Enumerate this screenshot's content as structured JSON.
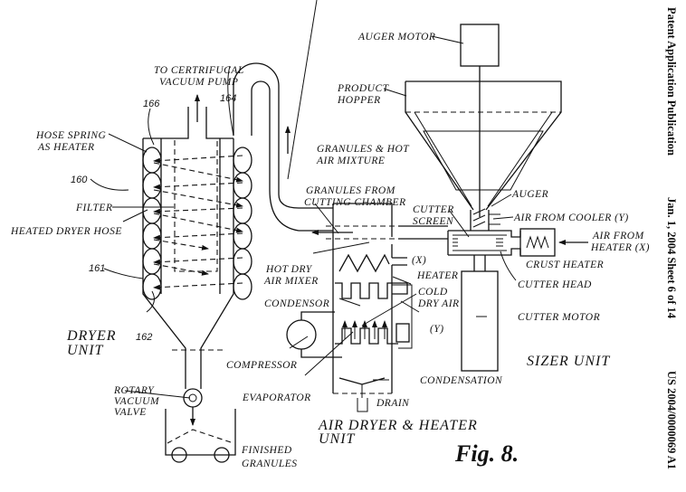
{
  "header": {
    "publication": "Patent Application Publication",
    "date_sheet": "Jan. 1, 2004  Sheet 6 of 14",
    "number": "US 2004/0000069 A1"
  },
  "figure": {
    "label": "Fig. 8."
  },
  "dryer_unit": {
    "vacuum_pump_line1": "TO CERTRIFUCAL",
    "vacuum_pump_line2": "VACUUM PUMP",
    "ref_166": "166",
    "ref_164": "164",
    "ref_160": "160",
    "ref_161": "161",
    "ref_162": "162",
    "hose_spring_line1": "HOSE SPRING",
    "hose_spring_line2": "AS HEATER",
    "filter": "FILTER",
    "heated_dryer_hose": "HEATED DRYER HOSE",
    "unit_line1": "DRYER",
    "unit_line2": "UNIT",
    "rotary_line1": "ROTARY",
    "rotary_line2": "VACUUM",
    "rotary_line3": "VALVE",
    "finished_line1": "FINISHED",
    "finished_line2": "GRANULES"
  },
  "transfer": {
    "mixture_line1": "GRANULES & HOT",
    "mixture_line2": "AIR MIXTURE",
    "from_chamber_line1": "GRANULES FROM",
    "from_chamber_line2": "CUTTING CHAMBER",
    "hot_dry_line1": "HOT DRY",
    "hot_dry_line2": "AIR MIXER"
  },
  "air_unit": {
    "x_marker": "(X)",
    "heater": "HEATER",
    "condensor": "CONDENSOR",
    "cold_line1": "COLD",
    "cold_line2": "DRY AIR",
    "y_marker": "(Y)",
    "compressor": "COMPRESSOR",
    "evaporator": "EVAPORATOR",
    "condensation": "CONDENSATION",
    "drain": "DRAIN",
    "unit_line1": "AIR DRYER & HEATER",
    "unit_line2": "UNIT"
  },
  "sizer_unit": {
    "auger_motor": "AUGER MOTOR",
    "hopper_line1": "PRODUCT",
    "hopper_line2": "HOPPER",
    "auger": "AUGER",
    "air_cooler": "AIR FROM COOLER (Y)",
    "screen_line1": "CUTTER",
    "screen_line2": "SCREEN",
    "air_heater_line1": "AIR FROM",
    "air_heater_line2": "HEATER (X)",
    "crust_heater": "CRUST HEATER",
    "cutter_head": "CUTTER HEAD",
    "cutter_motor": "CUTTER MOTOR",
    "unit_label": "SIZER UNIT"
  }
}
